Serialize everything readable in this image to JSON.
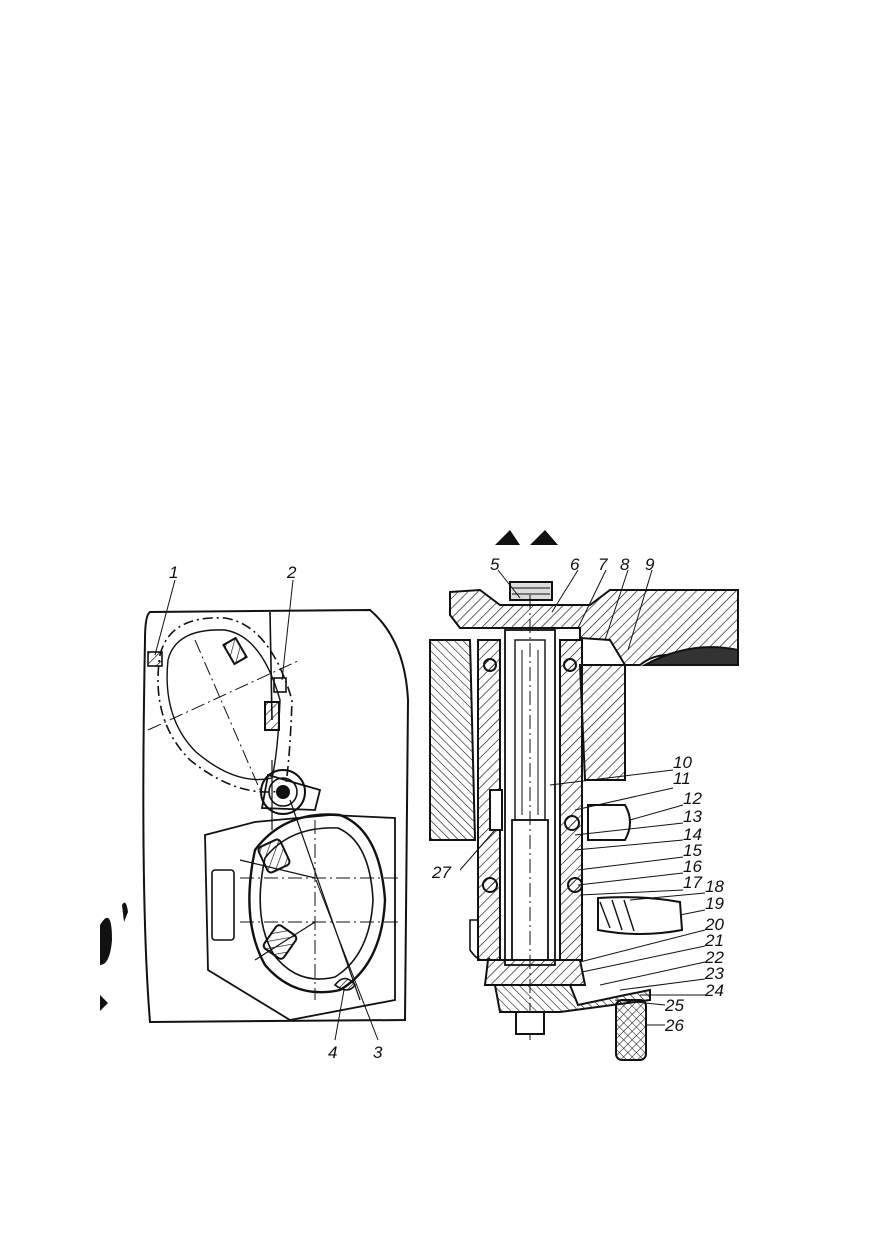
{
  "figures": {
    "left": {
      "callouts": [
        {
          "id": "c1",
          "label": "1"
        },
        {
          "id": "c2",
          "label": "2"
        },
        {
          "id": "c3",
          "label": "3"
        },
        {
          "id": "c4",
          "label": "4"
        }
      ]
    },
    "right": {
      "callouts": [
        {
          "id": "c5",
          "label": "5"
        },
        {
          "id": "c6",
          "label": "6"
        },
        {
          "id": "c7",
          "label": "7"
        },
        {
          "id": "c8",
          "label": "8"
        },
        {
          "id": "c9",
          "label": "9"
        },
        {
          "id": "c10",
          "label": "10"
        },
        {
          "id": "c11",
          "label": "11"
        },
        {
          "id": "c12",
          "label": "12"
        },
        {
          "id": "c13",
          "label": "13"
        },
        {
          "id": "c14",
          "label": "14"
        },
        {
          "id": "c15",
          "label": "15"
        },
        {
          "id": "c16",
          "label": "16"
        },
        {
          "id": "c17",
          "label": "17"
        },
        {
          "id": "c18",
          "label": "18"
        },
        {
          "id": "c19",
          "label": "19"
        },
        {
          "id": "c20",
          "label": "20"
        },
        {
          "id": "c21",
          "label": "21"
        },
        {
          "id": "c22",
          "label": "22"
        },
        {
          "id": "c23",
          "label": "23"
        },
        {
          "id": "c24",
          "label": "24"
        },
        {
          "id": "c25",
          "label": "25"
        },
        {
          "id": "c26",
          "label": "26"
        },
        {
          "id": "c27",
          "label": "27"
        }
      ]
    }
  },
  "colors": {
    "ink": "#111111",
    "paper": "#ffffff"
  }
}
